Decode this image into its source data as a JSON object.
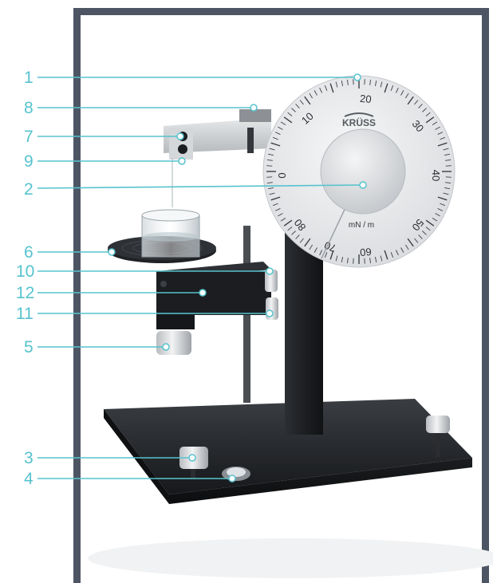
{
  "callouts": [
    {
      "id": "1",
      "label": "1"
    },
    {
      "id": "8",
      "label": "8"
    },
    {
      "id": "7",
      "label": "7"
    },
    {
      "id": "9",
      "label": "9"
    },
    {
      "id": "2",
      "label": "2"
    },
    {
      "id": "6",
      "label": "6"
    },
    {
      "id": "10",
      "label": "10"
    },
    {
      "id": "12",
      "label": "12"
    },
    {
      "id": "11",
      "label": "11"
    },
    {
      "id": "5",
      "label": "5"
    },
    {
      "id": "3",
      "label": "3"
    },
    {
      "id": "4",
      "label": "4"
    }
  ],
  "dial": {
    "brand": "KRÜSS",
    "unit": "mN / m",
    "scale_labels": [
      "0",
      "10",
      "20",
      "30",
      "40",
      "50",
      "60",
      "70",
      "80"
    ]
  },
  "colors": {
    "callout": "#56c3cd",
    "frame": "#4d5564",
    "metal_dark": "#222427",
    "dial_face": "#e9eaec"
  }
}
